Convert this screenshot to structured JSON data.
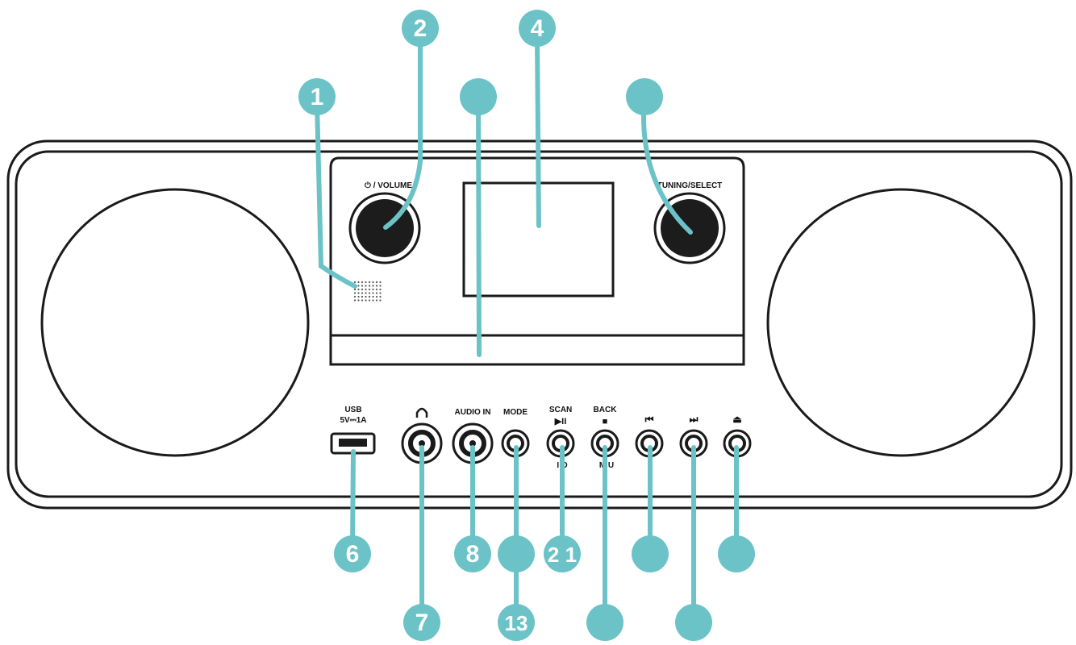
{
  "colors": {
    "callout": "#6cc3c7",
    "outline": "#1a1a1a",
    "knob": "#1c1c1c",
    "background": "#ffffff"
  },
  "labels": {
    "volume": "⏻ / VOLUME",
    "tuning": "TUNING/SELECT",
    "usb": "USB",
    "usb_rating": "5V⎓1A",
    "audio_in": "AUDIO IN",
    "mode": "MODE",
    "scan": "SCAN",
    "play_pause": "▶II",
    "back": "BACK",
    "stop": "■",
    "prev": "⏮",
    "next": "⏭",
    "eject": "⏏",
    "info": "I  O",
    "menu": "M  U"
  },
  "icons": {
    "headphone": "headphone-icon"
  },
  "callouts": [
    {
      "id": "c1",
      "text": "1"
    },
    {
      "id": "c2",
      "text": "2"
    },
    {
      "id": "c3",
      "text": ""
    },
    {
      "id": "c4",
      "text": "4"
    },
    {
      "id": "c5",
      "text": ""
    },
    {
      "id": "c6",
      "text": "6"
    },
    {
      "id": "c7",
      "text": "7"
    },
    {
      "id": "c8",
      "text": "8"
    },
    {
      "id": "c9",
      "text": ""
    },
    {
      "id": "c10",
      "text": "2 1"
    },
    {
      "id": "c11",
      "text": "13"
    },
    {
      "id": "c12",
      "text": ""
    },
    {
      "id": "c13",
      "text": ""
    },
    {
      "id": "c14",
      "text": ""
    },
    {
      "id": "c15",
      "text": ""
    }
  ]
}
